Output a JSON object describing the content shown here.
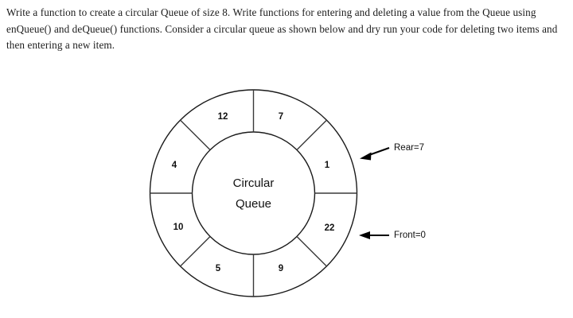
{
  "question": {
    "text": "Write a function to create a circular Queue of size 8. Write functions for entering and deleting a value from the Queue using enQueue() and deQueue() functions. Consider a circular queue as shown below and dry run your code for deleting two items and then entering a new item."
  },
  "diagram": {
    "center_label_line1": "Circular",
    "center_label_line2": "Queue",
    "slots": [
      {
        "index": 0,
        "value": "7",
        "position": "top-right"
      },
      {
        "index": 1,
        "value": "1",
        "position": "right-upper"
      },
      {
        "index": 2,
        "value": "22",
        "position": "right-lower"
      },
      {
        "index": 3,
        "value": "9",
        "position": "bottom-right"
      },
      {
        "index": 4,
        "value": "5",
        "position": "bottom-left"
      },
      {
        "index": 5,
        "value": "10",
        "position": "left-lower"
      },
      {
        "index": 6,
        "value": "4",
        "position": "left-upper"
      },
      {
        "index": 7,
        "value": "12",
        "position": "top-left"
      }
    ],
    "pointers": [
      {
        "name": "rear",
        "label": "Rear=7",
        "arrow": "diagonal-left"
      },
      {
        "name": "front",
        "label": "Front=0",
        "arrow": "horizontal-left"
      }
    ],
    "colors": {
      "stroke": "#1a1a1a",
      "text": "#111111",
      "background": "#ffffff"
    }
  }
}
